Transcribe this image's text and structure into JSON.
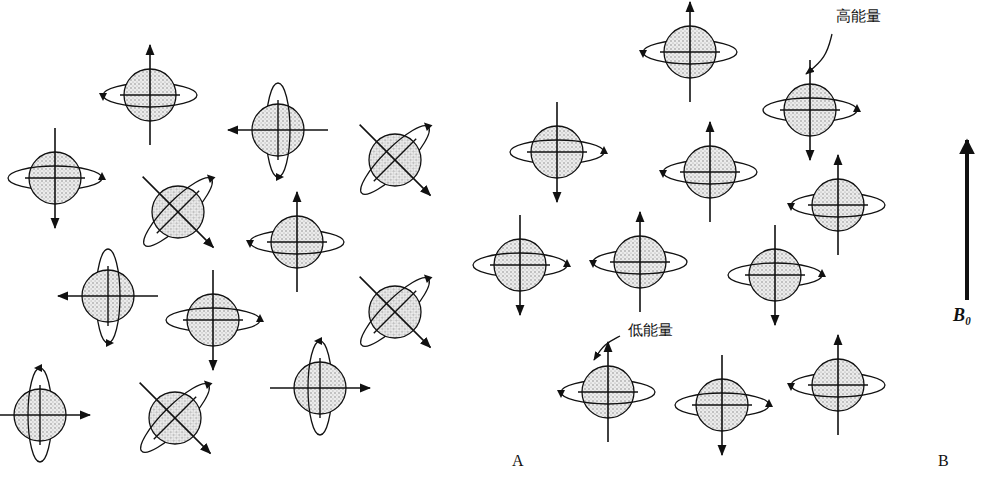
{
  "diagram": {
    "labels": [
      "高能量",
      "低能量",
      "B₀",
      "A",
      "B"
    ]
  }
}
